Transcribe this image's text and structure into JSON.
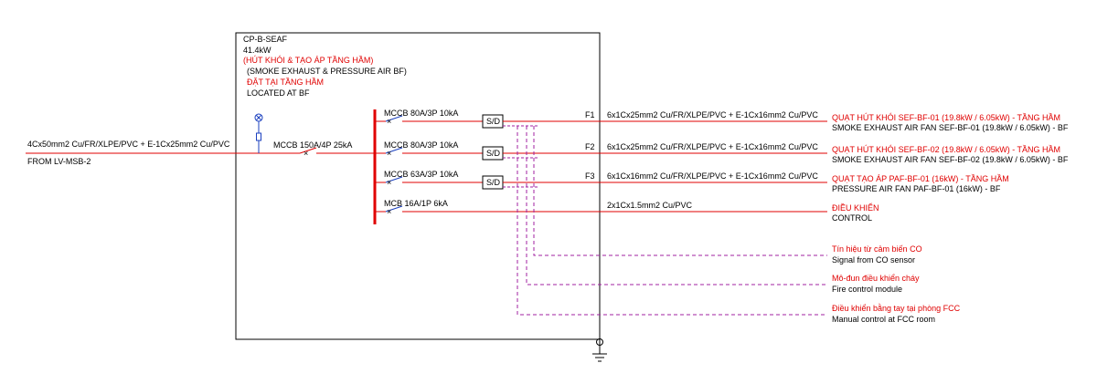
{
  "panel": {
    "id": "CP-B-SEAF",
    "power": "41.4kW",
    "desc_vn": "(HÚT KHÓI & TẠO ÁP TẦNG HẦM)",
    "desc_en": "(SMOKE EXHAUST & PRESSURE AIR BF)",
    "location_vn": "ĐẶT TẠI TẦNG HẦM",
    "location_en": "LOCATED AT BF"
  },
  "incoming": {
    "cable": "4Cx50mm2 Cu/FR/XLPE/PVC + E-1Cx25mm2 Cu/PVC",
    "source": "FROM LV-MSB-2",
    "breaker": "MCCB 150A/4P 25kA"
  },
  "feeders": [
    {
      "breaker": "MCCB 80A/3P 10kA",
      "starter": "S/D",
      "label": "F1",
      "cable": "6x1Cx25mm2 Cu/FR/XLPE/PVC + E-1Cx16mm2 Cu/PVC",
      "load_vn": "QUẠT HÚT KHÓI SEF-BF-01 (19.8kW / 6.05kW) - TẦNG HẦM",
      "load_en": "SMOKE EXHAUST AIR FAN SEF-BF-01 (19.8kW / 6.05kW) - BF"
    },
    {
      "breaker": "MCCB 80A/3P 10kA",
      "starter": "S/D",
      "label": "F2",
      "cable": "6x1Cx25mm2 Cu/FR/XLPE/PVC + E-1Cx16mm2 Cu/PVC",
      "load_vn": "QUẠT HÚT KHÓI SEF-BF-02 (19.8kW / 6.05kW) - TẦNG HẦM",
      "load_en": "SMOKE EXHAUST AIR FAN SEF-BF-02 (19.8kW / 6.05kW) - BF"
    },
    {
      "breaker": "MCCB 63A/3P 10kA",
      "starter": "S/D",
      "label": "F3",
      "cable": "6x1Cx16mm2 Cu/FR/XLPE/PVC + E-1Cx16mm2 Cu/PVC",
      "load_vn": "QUẠT TẠO ÁP PAF-BF-01 (16kW) - TẦNG HẦM",
      "load_en": "PRESSURE AIR FAN PAF-BF-01 (16kW) - BF"
    },
    {
      "breaker": "MCB 16A/1P 6kA",
      "starter": "",
      "label": "",
      "cable": "2x1Cx1.5mm2 Cu/PVC",
      "load_vn": "ĐIỀU KHIỂN",
      "load_en": "CONTROL"
    }
  ],
  "signals": [
    {
      "vn": "Tín hiệu từ cảm biến CO",
      "en": "Signal from CO sensor"
    },
    {
      "vn": "Mô-đun điều khiển cháy",
      "en": "Fire control module"
    },
    {
      "vn": "Điều khiển bằng tay tại phòng FCC",
      "en": "Manual control at FCC room"
    }
  ],
  "colors": {
    "power_line": "#e00000",
    "signal_line": "#a020a0",
    "frame": "#000000"
  }
}
